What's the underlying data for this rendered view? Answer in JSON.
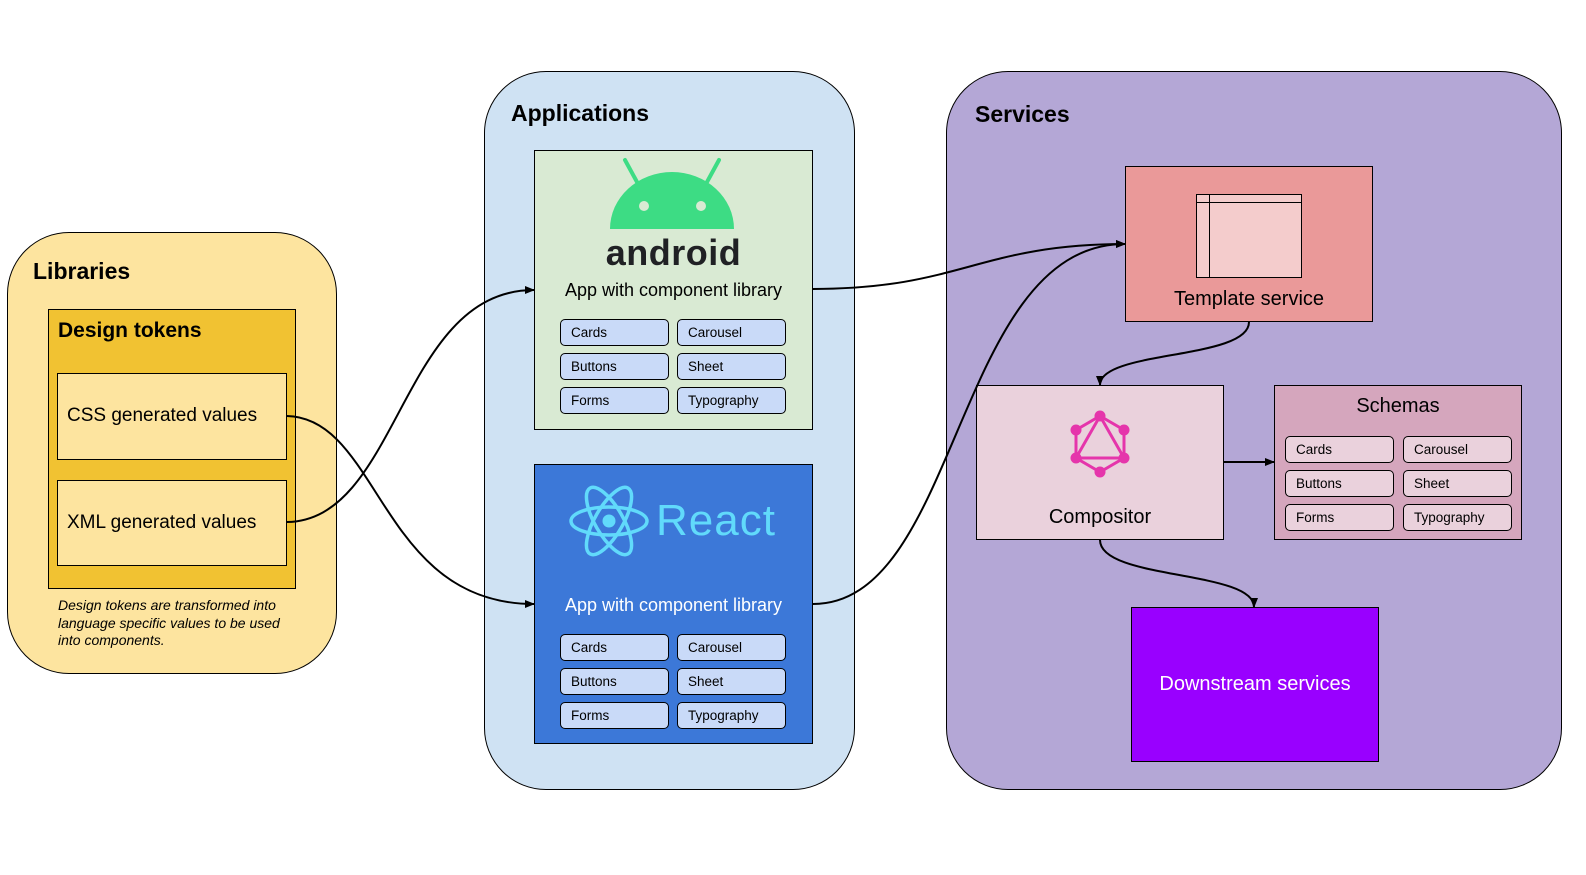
{
  "libraries": {
    "title": "Libraries",
    "design_tokens": {
      "title": "Design tokens",
      "items": [
        "CSS generated values",
        "XML generated values"
      ]
    },
    "note": "Design tokens are transformed into language specific values to be used into components."
  },
  "applications": {
    "title": "Applications",
    "android": {
      "logo_text": "android",
      "label": "App with component library",
      "components": [
        "Cards",
        "Carousel",
        "Buttons",
        "Sheet",
        "Forms",
        "Typography"
      ]
    },
    "react": {
      "logo_text": "React",
      "label": "App with component library",
      "components": [
        "Cards",
        "Carousel",
        "Buttons",
        "Sheet",
        "Forms",
        "Typography"
      ]
    }
  },
  "services": {
    "title": "Services",
    "template_service": {
      "label": "Template service"
    },
    "compositor": {
      "label": "Compositor"
    },
    "schemas": {
      "title": "Schemas",
      "components": [
        "Cards",
        "Carousel",
        "Buttons",
        "Sheet",
        "Forms",
        "Typography"
      ]
    },
    "downstream": {
      "label": "Downstream services"
    }
  },
  "colors": {
    "libraries_bg": "#fde49f",
    "design_tokens_bg": "#f1c232",
    "token_item_bg": "#fde49f",
    "applications_bg": "#cfe2f3",
    "android_bg": "#d9ead3",
    "android_green": "#3ddc84",
    "react_bg": "#3c78d8",
    "react_cyan": "#61dafb",
    "chip_bg": "#c9daf8",
    "services_bg": "#b4a7d6",
    "template_bg": "#ea9999",
    "template_icon_bg": "#f4cccc",
    "compositor_bg": "#ead1dc",
    "graphql_pink": "#e535ab",
    "schemas_bg": "#d5a6bd",
    "schema_chip_bg": "#ead1dc",
    "downstream_bg": "#9900ff"
  }
}
